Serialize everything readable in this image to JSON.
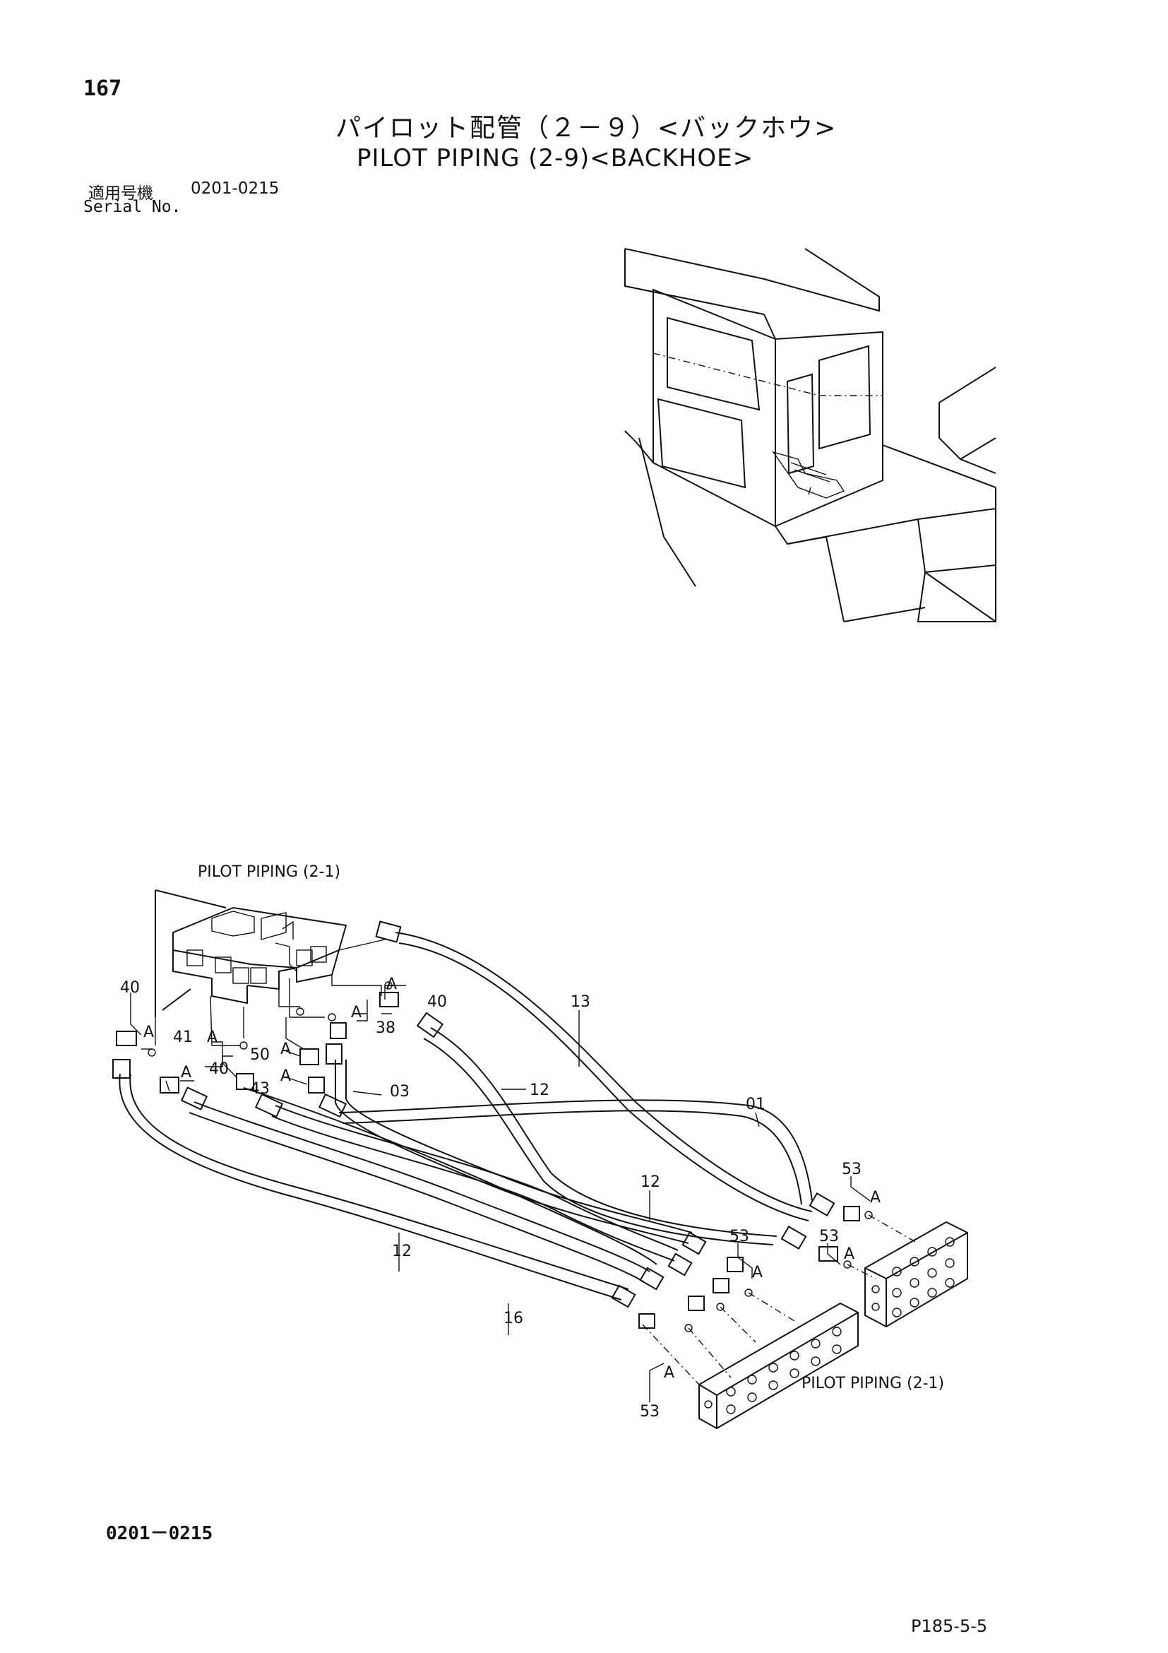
{
  "header": {
    "page_number": "167",
    "title_ja": "パイロット配管（２－９）<バックホウ>",
    "title_en": "PILOT PIPING (2-9)<BACKHOE>",
    "serial_label_ja": "適用号機",
    "serial_range": "0201-0215",
    "serial_label_en": "Serial No."
  },
  "diagram": {
    "ref_top": "PILOT PIPING (2-1)",
    "ref_bottom": "PILOT PIPING (2-1)",
    "callout_a": "A",
    "part_numbers": {
      "p01": "01",
      "p03": "03",
      "p12": "12",
      "p13": "13",
      "p16": "16",
      "p38": "38",
      "p40": "40",
      "p41": "41",
      "p43": "43",
      "p50": "50",
      "p53": "53"
    }
  },
  "footer": {
    "serial": "0201－0215",
    "page_code": "P185-5-5"
  }
}
